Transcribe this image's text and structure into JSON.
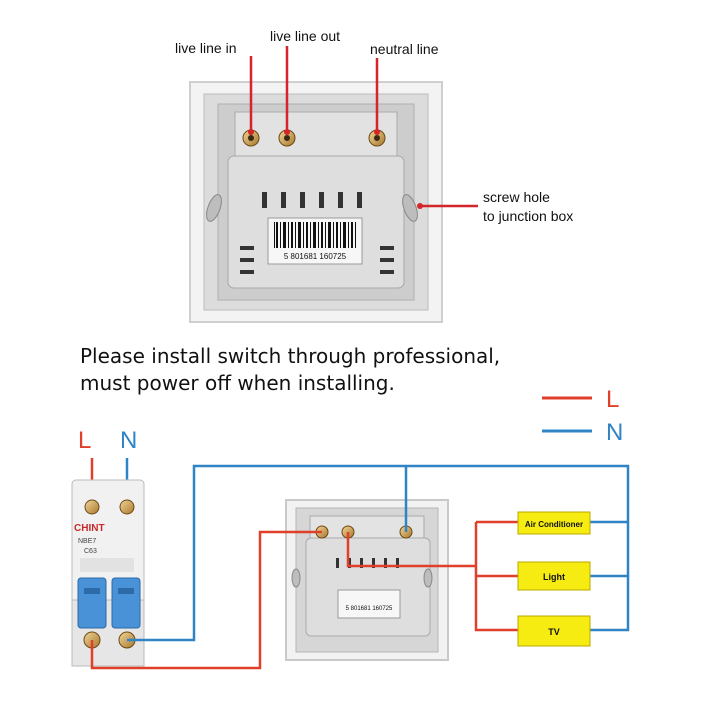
{
  "top_callouts": {
    "live_in": "live line in",
    "live_out": "live line out",
    "neutral": "neutral line",
    "screw_hole_1": "screw hole",
    "screw_hole_2": "to junction box"
  },
  "barcode_text": "5 801681 160725",
  "notice": {
    "line1": "Please install switch through professional,",
    "line2": "must power off when installing."
  },
  "legend": [
    {
      "label": "L",
      "color": "#e0402b"
    },
    {
      "label": "N",
      "color": "#2f84c6"
    }
  ],
  "breaker": {
    "label_L": "L",
    "label_N": "N",
    "brand": "CHINT",
    "model": "NBE7",
    "rating": "C63"
  },
  "loads": [
    "Air Conditioner",
    "Light",
    "TV"
  ],
  "colors": {
    "live": "#e0402b",
    "neutral": "#2f84c6",
    "load_box": "#f6ec12",
    "load_border": "#b9a800",
    "breaker_blue": "#4a92d8"
  }
}
